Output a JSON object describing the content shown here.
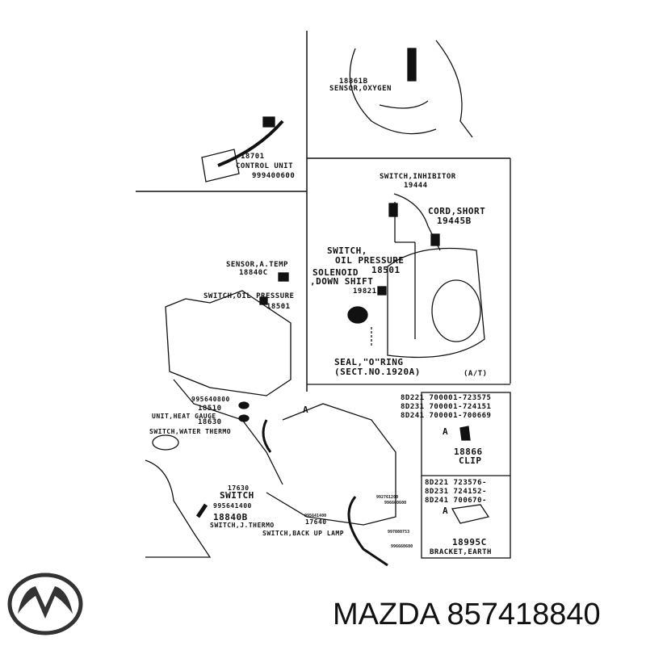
{
  "diagram": {
    "labels": {
      "oxygen_sensor_no": "18861B",
      "oxygen_sensor": "SENSOR,OXYGEN",
      "control_unit_no": "18701",
      "control_unit": "CONTROL UNIT",
      "control_unit_bolt": "999400600",
      "inhibitor_switch": "SWITCH,INHIBITOR",
      "inhibitor_switch_no": "19444",
      "cord_short": "CORD,SHORT",
      "cord_short_no": "19445B",
      "at_oil_pressure_switch": "SWITCH,",
      "at_oil_pressure_switch_2": "OIL PRESSURE",
      "at_oil_pressure_switch_no": "18501",
      "solenoid": "SOLENOID",
      "solenoid_2": ",DOWN SHIFT",
      "solenoid_no": "19821",
      "seal_o_ring": "SEAL,\"O\"RING",
      "seal_sect": "(SECT.NO.1920A)",
      "at_tag": "(A/T)",
      "sensor_temp": "SENSOR,A.TEMP",
      "sensor_temp_no": "18840C",
      "oil_pressure_switch": "SWITCH,OIL PRESSURE",
      "oil_pressure_switch_no": "18501",
      "part_995640800": "995640800",
      "part_18510": "18510",
      "heat_gauge": "UNIT,HEAT GAUGE",
      "part_18630": "18630",
      "water_thermo": "SWITCH,WATER THERMO",
      "callout_a": "A",
      "part_17630": "17630",
      "switch": "SWITCH",
      "part_995641400": "995641400",
      "part_18840B": "18840B",
      "switch_thermo": "SWITCH,J.THERMO",
      "part_995641400_b": "995641400",
      "part_17640": "17640",
      "back_up_lamp": "SWITCH,BACK UP LAMP",
      "tiny_1": "992761200",
      "tiny_2": "996660600",
      "tiny_3": "997080753",
      "tiny_4": "996660600"
    },
    "clip_box": {
      "rows": [
        "8D221  700001-723575",
        "8D231  700001-724151",
        "8D241  700001-700669"
      ],
      "callout": "A",
      "part_no": "18866",
      "name": "CLIP"
    },
    "bracket_box": {
      "rows": [
        "8D221  723576-",
        "8D231  724152-",
        "8D241  700670-"
      ],
      "callout": "A",
      "part_no": "18995C",
      "name": "BRACKET,EARTH"
    }
  },
  "footer": {
    "brand": "MAZDA",
    "part_number": "857418840",
    "logo": "mazda-logo"
  }
}
